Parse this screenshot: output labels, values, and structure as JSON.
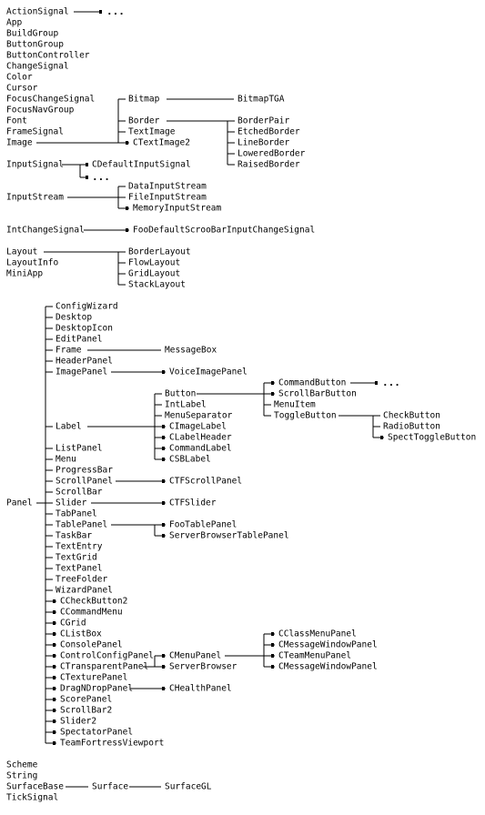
{
  "diagram": {
    "kind": "class-hierarchy",
    "nodes": [
      {
        "id": "ActionSignal",
        "label": "ActionSignal"
      },
      {
        "id": "ActionSignal_more",
        "label": "..."
      },
      {
        "id": "App",
        "label": "App"
      },
      {
        "id": "BuildGroup",
        "label": "BuildGroup"
      },
      {
        "id": "ButtonGroup",
        "label": "ButtonGroup"
      },
      {
        "id": "ButtonController",
        "label": "ButtonController"
      },
      {
        "id": "ChangeSignal",
        "label": "ChangeSignal"
      },
      {
        "id": "Color",
        "label": "Color"
      },
      {
        "id": "Cursor",
        "label": "Cursor"
      },
      {
        "id": "FocusChangeSignal",
        "label": "FocusChangeSignal"
      },
      {
        "id": "FocusNavGroup",
        "label": "FocusNavGroup"
      },
      {
        "id": "Font",
        "label": "Font"
      },
      {
        "id": "FrameSignal",
        "label": "FrameSignal"
      },
      {
        "id": "Image",
        "label": "Image"
      },
      {
        "id": "Bitmap",
        "label": "Bitmap"
      },
      {
        "id": "BitmapTGA",
        "label": "BitmapTGA"
      },
      {
        "id": "Border",
        "label": "Border"
      },
      {
        "id": "BorderPair",
        "label": "BorderPair"
      },
      {
        "id": "EtchedBorder",
        "label": "EtchedBorder"
      },
      {
        "id": "LineBorder",
        "label": "LineBorder"
      },
      {
        "id": "LoweredBorder",
        "label": "LoweredBorder"
      },
      {
        "id": "RaisedBorder",
        "label": "RaisedBorder"
      },
      {
        "id": "TextImage",
        "label": "TextImage"
      },
      {
        "id": "CTextImage2",
        "label": "CTextImage2"
      },
      {
        "id": "InputSignal",
        "label": "InputSignal"
      },
      {
        "id": "CDefaultInputSignal",
        "label": "CDefaultInputSignal"
      },
      {
        "id": "InputSignal_more",
        "label": "..."
      },
      {
        "id": "InputStream",
        "label": "InputStream"
      },
      {
        "id": "DataInputStream",
        "label": "DataInputStream"
      },
      {
        "id": "FileInputStream",
        "label": "FileInputStream"
      },
      {
        "id": "MemoryInputStream",
        "label": "MemoryInputStream"
      },
      {
        "id": "IntChangeSignal",
        "label": "IntChangeSignal"
      },
      {
        "id": "FooDefaultScrollBarIntChangeSignal",
        "label": "FooDefaultScrooBarInputChangeSignal"
      },
      {
        "id": "Layout",
        "label": "Layout"
      },
      {
        "id": "LayoutInfo",
        "label": "LayoutInfo"
      },
      {
        "id": "MiniApp",
        "label": "MiniApp"
      },
      {
        "id": "BorderLayout",
        "label": "BorderLayout"
      },
      {
        "id": "FlowLayout",
        "label": "FlowLayout"
      },
      {
        "id": "GridLayout",
        "label": "GridLayout"
      },
      {
        "id": "StackLayout",
        "label": "StackLayout"
      },
      {
        "id": "Panel",
        "label": "Panel"
      },
      {
        "id": "ConfigWizard",
        "label": "ConfigWizard"
      },
      {
        "id": "Desktop",
        "label": "Desktop"
      },
      {
        "id": "DesktopIcon",
        "label": "DesktopIcon"
      },
      {
        "id": "EditPanel",
        "label": "EditPanel"
      },
      {
        "id": "Frame",
        "label": "Frame"
      },
      {
        "id": "MessageBox",
        "label": "MessageBox"
      },
      {
        "id": "HeaderPanel",
        "label": "HeaderPanel"
      },
      {
        "id": "ImagePanel",
        "label": "ImagePanel"
      },
      {
        "id": "VoiceImagePanel",
        "label": "VoiceImagePanel"
      },
      {
        "id": "Label",
        "label": "Label"
      },
      {
        "id": "Button",
        "label": "Button"
      },
      {
        "id": "CommandButton",
        "label": "CommandButton"
      },
      {
        "id": "CommandButton_more",
        "label": "..."
      },
      {
        "id": "ScrollBarButton",
        "label": "ScrollBarButton"
      },
      {
        "id": "MenuItem",
        "label": "MenuItem"
      },
      {
        "id": "ToggleButton",
        "label": "ToggleButton"
      },
      {
        "id": "CheckButton",
        "label": "CheckButton"
      },
      {
        "id": "RadioButton",
        "label": "RadioButton"
      },
      {
        "id": "SpectToggleButton",
        "label": "SpectToggleButton"
      },
      {
        "id": "IntLabel",
        "label": "IntLabel"
      },
      {
        "id": "MenuSeparator",
        "label": "MenuSeparator"
      },
      {
        "id": "CImageLabel",
        "label": "CImageLabel"
      },
      {
        "id": "CLabelHeader",
        "label": "CLabelHeader"
      },
      {
        "id": "CommandLabel",
        "label": "CommandLabel"
      },
      {
        "id": "CSBLabel",
        "label": "CSBLabel"
      },
      {
        "id": "ListPanel",
        "label": "ListPanel"
      },
      {
        "id": "Menu",
        "label": "Menu"
      },
      {
        "id": "ProgressBar",
        "label": "ProgressBar"
      },
      {
        "id": "ScrollPanel",
        "label": "ScrollPanel"
      },
      {
        "id": "CTFScrollPanel",
        "label": "CTFScrollPanel"
      },
      {
        "id": "ScrollBar",
        "label": "ScrollBar"
      },
      {
        "id": "Slider",
        "label": "Slider"
      },
      {
        "id": "CTFSlider",
        "label": "CTFSlider"
      },
      {
        "id": "TabPanel",
        "label": "TabPanel"
      },
      {
        "id": "TablePanel",
        "label": "TablePanel"
      },
      {
        "id": "FooTablePanel",
        "label": "FooTablePanel"
      },
      {
        "id": "ServerBrowserTablePanel",
        "label": "ServerBrowserTablePanel"
      },
      {
        "id": "TaskBar",
        "label": "TaskBar"
      },
      {
        "id": "TextEntry",
        "label": "TextEntry"
      },
      {
        "id": "TextGrid",
        "label": "TextGrid"
      },
      {
        "id": "TextPanel",
        "label": "TextPanel"
      },
      {
        "id": "TreeFolder",
        "label": "TreeFolder"
      },
      {
        "id": "WizardPanel",
        "label": "WizardPanel"
      },
      {
        "id": "CCheckButton2",
        "label": "CCheckButton2"
      },
      {
        "id": "CCommandMenu",
        "label": "CCommandMenu"
      },
      {
        "id": "CGrid",
        "label": "CGrid"
      },
      {
        "id": "CListBox",
        "label": "CListBox"
      },
      {
        "id": "ConsolePanel",
        "label": "ConsolePanel"
      },
      {
        "id": "ControlConfigPanel",
        "label": "ControlConfigPanel"
      },
      {
        "id": "CTransparentPanel",
        "label": "CTransparentPanel"
      },
      {
        "id": "CMenuPanel",
        "label": "CMenuPanel"
      },
      {
        "id": "CClassMenuPanel",
        "label": "CClassMenuPanel"
      },
      {
        "id": "CMessageWindowPanel",
        "label": "CMessageWindowPanel"
      },
      {
        "id": "CTeamMenuPanel",
        "label": "CTeamMenuPanel"
      },
      {
        "id": "CMessageWindowPanel2",
        "label": "CMessageWindowPanel"
      },
      {
        "id": "ServerBrowser",
        "label": "ServerBrowser"
      },
      {
        "id": "CTexturePanel",
        "label": "CTexturePanel"
      },
      {
        "id": "DragNDropPanel",
        "label": "DragNDropPanel"
      },
      {
        "id": "CHealthPanel",
        "label": "CHealthPanel"
      },
      {
        "id": "ScorePanel",
        "label": "ScorePanel"
      },
      {
        "id": "ScrollBar2",
        "label": "ScrollBar2"
      },
      {
        "id": "Slider2",
        "label": "Slider2"
      },
      {
        "id": "SpectatorPanel",
        "label": "SpectatorPanel"
      },
      {
        "id": "TeamFortressViewport",
        "label": "TeamFortressViewport"
      },
      {
        "id": "Scheme",
        "label": "Scheme"
      },
      {
        "id": "String",
        "label": "String"
      },
      {
        "id": "SurfaceBase",
        "label": "SurfaceBase"
      },
      {
        "id": "Surface",
        "label": "Surface"
      },
      {
        "id": "SurfaceGL",
        "label": "SurfaceGL"
      },
      {
        "id": "TickSignal",
        "label": "TickSignal"
      }
    ],
    "edges": [
      {
        "from": "ActionSignal",
        "to": "ActionSignal_more"
      },
      {
        "from": "Image",
        "to": "Bitmap"
      },
      {
        "from": "Image",
        "to": "Border"
      },
      {
        "from": "Image",
        "to": "TextImage"
      },
      {
        "from": "Image",
        "to": "CTextImage2"
      },
      {
        "from": "Bitmap",
        "to": "BitmapTGA"
      },
      {
        "from": "Border",
        "to": "BorderPair"
      },
      {
        "from": "Border",
        "to": "EtchedBorder"
      },
      {
        "from": "Border",
        "to": "LineBorder"
      },
      {
        "from": "Border",
        "to": "LoweredBorder"
      },
      {
        "from": "Border",
        "to": "RaisedBorder"
      },
      {
        "from": "InputSignal",
        "to": "CDefaultInputSignal"
      },
      {
        "from": "InputSignal",
        "to": "InputSignal_more"
      },
      {
        "from": "InputStream",
        "to": "DataInputStream"
      },
      {
        "from": "InputStream",
        "to": "FileInputStream"
      },
      {
        "from": "InputStream",
        "to": "MemoryInputStream"
      },
      {
        "from": "IntChangeSignal",
        "to": "FooDefaultScrollBarIntChangeSignal"
      },
      {
        "from": "Layout",
        "to": "BorderLayout"
      },
      {
        "from": "Layout",
        "to": "FlowLayout"
      },
      {
        "from": "Layout",
        "to": "GridLayout"
      },
      {
        "from": "Layout",
        "to": "StackLayout"
      },
      {
        "from": "Panel",
        "to": "ConfigWizard"
      },
      {
        "from": "Panel",
        "to": "Desktop"
      },
      {
        "from": "Panel",
        "to": "DesktopIcon"
      },
      {
        "from": "Panel",
        "to": "EditPanel"
      },
      {
        "from": "Panel",
        "to": "Frame"
      },
      {
        "from": "Panel",
        "to": "HeaderPanel"
      },
      {
        "from": "Panel",
        "to": "ImagePanel"
      },
      {
        "from": "Panel",
        "to": "Label"
      },
      {
        "from": "Panel",
        "to": "ListPanel"
      },
      {
        "from": "Panel",
        "to": "Menu"
      },
      {
        "from": "Panel",
        "to": "ProgressBar"
      },
      {
        "from": "Panel",
        "to": "ScrollPanel"
      },
      {
        "from": "Panel",
        "to": "ScrollBar"
      },
      {
        "from": "Panel",
        "to": "Slider"
      },
      {
        "from": "Panel",
        "to": "TabPanel"
      },
      {
        "from": "Panel",
        "to": "TablePanel"
      },
      {
        "from": "Panel",
        "to": "TaskBar"
      },
      {
        "from": "Panel",
        "to": "TextEntry"
      },
      {
        "from": "Panel",
        "to": "TextGrid"
      },
      {
        "from": "Panel",
        "to": "TextPanel"
      },
      {
        "from": "Panel",
        "to": "TreeFolder"
      },
      {
        "from": "Panel",
        "to": "WizardPanel"
      },
      {
        "from": "Panel",
        "to": "CCheckButton2"
      },
      {
        "from": "Panel",
        "to": "CCommandMenu"
      },
      {
        "from": "Panel",
        "to": "CGrid"
      },
      {
        "from": "Panel",
        "to": "CListBox"
      },
      {
        "from": "Panel",
        "to": "ConsolePanel"
      },
      {
        "from": "Panel",
        "to": "ControlConfigPanel"
      },
      {
        "from": "Panel",
        "to": "CTransparentPanel"
      },
      {
        "from": "Panel",
        "to": "CTexturePanel"
      },
      {
        "from": "Panel",
        "to": "DragNDropPanel"
      },
      {
        "from": "Panel",
        "to": "ScorePanel"
      },
      {
        "from": "Panel",
        "to": "ScrollBar2"
      },
      {
        "from": "Panel",
        "to": "Slider2"
      },
      {
        "from": "Panel",
        "to": "SpectatorPanel"
      },
      {
        "from": "Panel",
        "to": "TeamFortressViewport"
      },
      {
        "from": "Frame",
        "to": "MessageBox"
      },
      {
        "from": "ImagePanel",
        "to": "VoiceImagePanel"
      },
      {
        "from": "Label",
        "to": "Button"
      },
      {
        "from": "Label",
        "to": "IntLabel"
      },
      {
        "from": "Label",
        "to": "MenuSeparator"
      },
      {
        "from": "Label",
        "to": "CImageLabel"
      },
      {
        "from": "Label",
        "to": "CLabelHeader"
      },
      {
        "from": "Label",
        "to": "CommandLabel"
      },
      {
        "from": "Label",
        "to": "CSBLabel"
      },
      {
        "from": "Button",
        "to": "CommandButton"
      },
      {
        "from": "Button",
        "to": "ScrollBarButton"
      },
      {
        "from": "Button",
        "to": "MenuItem"
      },
      {
        "from": "Button",
        "to": "ToggleButton"
      },
      {
        "from": "CommandButton",
        "to": "CommandButton_more"
      },
      {
        "from": "ToggleButton",
        "to": "CheckButton"
      },
      {
        "from": "ToggleButton",
        "to": "RadioButton"
      },
      {
        "from": "ToggleButton",
        "to": "SpectToggleButton"
      },
      {
        "from": "ScrollPanel",
        "to": "CTFScrollPanel"
      },
      {
        "from": "Slider",
        "to": "CTFSlider"
      },
      {
        "from": "TablePanel",
        "to": "FooTablePanel"
      },
      {
        "from": "TablePanel",
        "to": "ServerBrowserTablePanel"
      },
      {
        "from": "CTransparentPanel",
        "to": "CMenuPanel"
      },
      {
        "from": "CTransparentPanel",
        "to": "ServerBrowser"
      },
      {
        "from": "CMenuPanel",
        "to": "CClassMenuPanel"
      },
      {
        "from": "CMenuPanel",
        "to": "CMessageWindowPanel"
      },
      {
        "from": "CMenuPanel",
        "to": "CTeamMenuPanel"
      },
      {
        "from": "CMenuPanel",
        "to": "CMessageWindowPanel2"
      },
      {
        "from": "DragNDropPanel",
        "to": "CHealthPanel"
      },
      {
        "from": "SurfaceBase",
        "to": "Surface"
      },
      {
        "from": "Surface",
        "to": "SurfaceGL"
      }
    ]
  }
}
